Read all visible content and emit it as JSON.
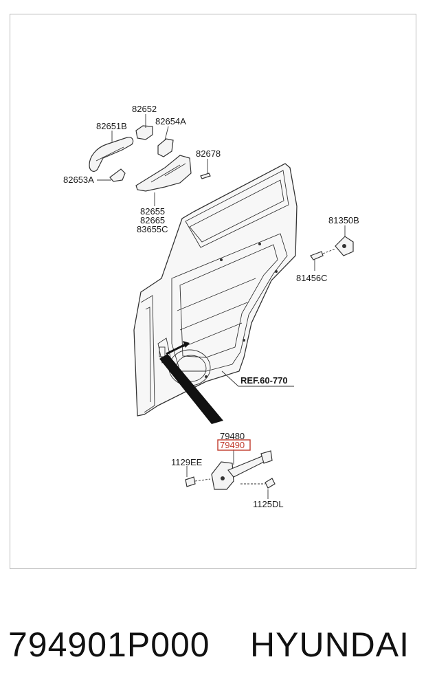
{
  "labels": {
    "l82652": "82652",
    "l82651B": "82651B",
    "l82654A": "82654A",
    "l82678": "82678",
    "l82653A": "82653A",
    "l82655": "82655",
    "l82665": "82665",
    "l83655C": "83655C",
    "l81350B": "81350B",
    "l81456C": "81456C",
    "ref": "REF.60-770",
    "l79480": "79480",
    "l79490": "79490",
    "l1129EE": "1129EE",
    "l1125DL": "1125DL"
  },
  "highlight": {
    "part": "79490",
    "color": "#c0392b"
  },
  "footer": {
    "part_number": "794901P000",
    "brand": "HYUNDAI"
  }
}
